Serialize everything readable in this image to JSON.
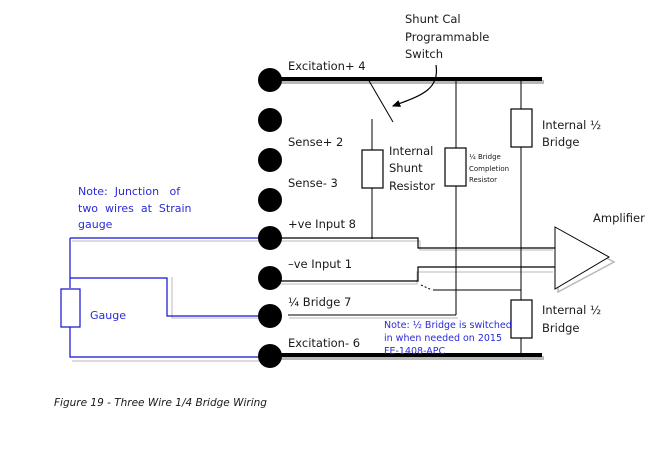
{
  "diagram": {
    "caption": "Figure 19 - Three Wire 1/4 Bridge Wiring",
    "terminals": [
      {
        "label": "Excitation+ 4"
      },
      {
        "label": ""
      },
      {
        "label": "Sense+ 2"
      },
      {
        "label": "Sense- 3"
      },
      {
        "label": "+ve Input 8"
      },
      {
        "label": "–ve Input 1"
      },
      {
        "label": "¼ Bridge 7"
      },
      {
        "label": "Excitation- 6"
      }
    ],
    "switch_label": [
      "Shunt Cal",
      "Programmable",
      "Switch"
    ],
    "shunt_resistor_label": [
      "Internal",
      "Shunt",
      "Resistor"
    ],
    "completion_resistor_label": [
      "¼ Bridge",
      "Completion",
      "Resistor"
    ],
    "half_bridge_top_label": [
      "Internal  ½",
      "Bridge"
    ],
    "half_bridge_bottom_label": [
      "Internal  ½",
      "Bridge"
    ],
    "amplifier_label": "Amplifier",
    "gauge_label": "Gauge",
    "note_junction": [
      "Note:  Junction   of",
      "two  wires  at  Strain",
      "gauge"
    ],
    "note_half_bridge": [
      "Note: ½ Bridge is switched",
      "in when needed on 2015",
      "FE-1408-APC"
    ],
    "colors": {
      "wire": "#000000",
      "external_wire": "#1010d0",
      "shadow": "#b8b8b8",
      "note_text": "#2b2bd6"
    }
  }
}
